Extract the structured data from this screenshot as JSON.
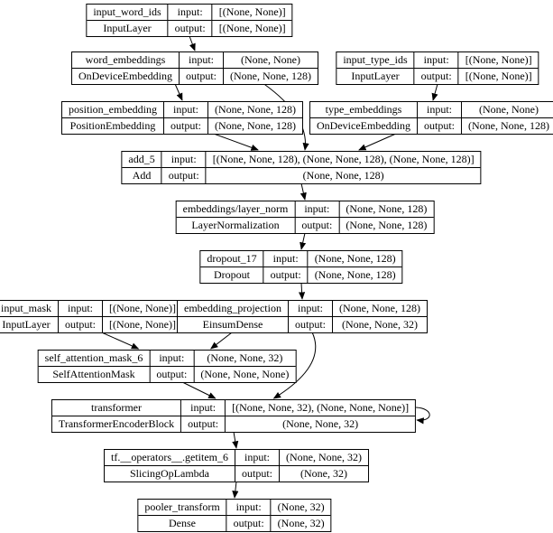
{
  "diagram": {
    "title": "keras-model-plot",
    "labels": {
      "input": "input:",
      "output": "output:"
    },
    "nodes": {
      "input_word_ids": {
        "name": "input_word_ids",
        "class_name": "InputLayer",
        "input_shape": "[(None, None)]",
        "output_shape": "[(None, None)]"
      },
      "word_embeddings": {
        "name": "word_embeddings",
        "class_name": "OnDeviceEmbedding",
        "input_shape": "(None, None)",
        "output_shape": "(None, None, 128)"
      },
      "input_type_ids": {
        "name": "input_type_ids",
        "class_name": "InputLayer",
        "input_shape": "[(None, None)]",
        "output_shape": "[(None, None)]"
      },
      "position_embedding": {
        "name": "position_embedding",
        "class_name": "PositionEmbedding",
        "input_shape": "(None, None, 128)",
        "output_shape": "(None, None, 128)"
      },
      "type_embeddings": {
        "name": "type_embeddings",
        "class_name": "OnDeviceEmbedding",
        "input_shape": "(None, None)",
        "output_shape": "(None, None, 128)"
      },
      "add_5": {
        "name": "add_5",
        "class_name": "Add",
        "input_shape": "[(None, None, 128), (None, None, 128), (None, None, 128)]",
        "output_shape": "(None, None, 128)"
      },
      "layer_norm": {
        "name": "embeddings/layer_norm",
        "class_name": "LayerNormalization",
        "input_shape": "(None, None, 128)",
        "output_shape": "(None, None, 128)"
      },
      "dropout_17": {
        "name": "dropout_17",
        "class_name": "Dropout",
        "input_shape": "(None, None, 128)",
        "output_shape": "(None, None, 128)"
      },
      "input_mask": {
        "name": "input_mask",
        "class_name": "InputLayer",
        "input_shape": "[(None, None)]",
        "output_shape": "[(None, None)]"
      },
      "embedding_projection": {
        "name": "embedding_projection",
        "class_name": "EinsumDense",
        "input_shape": "(None, None, 128)",
        "output_shape": "(None, None, 32)"
      },
      "self_attention_mask_6": {
        "name": "self_attention_mask_6",
        "class_name": "SelfAttentionMask",
        "input_shape": "(None, None, 32)",
        "output_shape": "(None, None, None)"
      },
      "transformer": {
        "name": "transformer",
        "class_name": "TransformerEncoderBlock",
        "input_shape": "[(None, None, 32), (None, None, None)]",
        "output_shape": "(None, None, 32)"
      },
      "getitem_6": {
        "name": "tf.__operators__.getitem_6",
        "class_name": "SlicingOpLambda",
        "input_shape": "(None, None, 32)",
        "output_shape": "(None, 32)"
      },
      "pooler_transform": {
        "name": "pooler_transform",
        "class_name": "Dense",
        "input_shape": "(None, 32)",
        "output_shape": "(None, 32)"
      }
    },
    "edges": [
      {
        "from": "input_word_ids",
        "to": "word_embeddings",
        "fx": 0.5,
        "tx": 0.5,
        "bend": 0
      },
      {
        "from": "word_embeddings",
        "to": "position_embedding",
        "fx": 0.42,
        "tx": 0.5,
        "bend": 0
      },
      {
        "from": "word_embeddings",
        "to": "add_5",
        "fx": 0.78,
        "tx": 0.51,
        "bend": 28
      },
      {
        "from": "input_type_ids",
        "to": "type_embeddings",
        "fx": 0.5,
        "tx": 0.5,
        "bend": 0
      },
      {
        "from": "position_embedding",
        "to": "add_5",
        "fx": 0.63,
        "tx": 0.38,
        "bend": 0
      },
      {
        "from": "type_embeddings",
        "to": "add_5",
        "fx": 0.35,
        "tx": 0.66,
        "bend": 0
      },
      {
        "from": "add_5",
        "to": "layer_norm",
        "fx": 0.5,
        "tx": 0.5,
        "bend": 0
      },
      {
        "from": "layer_norm",
        "to": "dropout_17",
        "fx": 0.5,
        "tx": 0.5,
        "bend": 0
      },
      {
        "from": "dropout_17",
        "to": "embedding_projection",
        "fx": 0.5,
        "tx": 0.5,
        "bend": 0
      },
      {
        "from": "input_mask",
        "to": "self_attention_mask_6",
        "fx": 0.57,
        "tx": 0.39,
        "bend": 0
      },
      {
        "from": "embedding_projection",
        "to": "self_attention_mask_6",
        "fx": 0.22,
        "tx": 0.67,
        "bend": 0
      },
      {
        "from": "embedding_projection",
        "to": "transformer",
        "fx": 0.54,
        "tx": 0.61,
        "bend": 38
      },
      {
        "from": "self_attention_mask_6",
        "to": "transformer",
        "fx": 0.56,
        "tx": 0.45,
        "bend": 0
      },
      {
        "from": "transformer",
        "to": "transformer",
        "loop": true
      },
      {
        "from": "transformer",
        "to": "getitem_6",
        "fx": 0.5,
        "tx": 0.5,
        "bend": 0
      },
      {
        "from": "getitem_6",
        "to": "pooler_transform",
        "fx": 0.5,
        "tx": 0.5,
        "bend": 0
      }
    ]
  },
  "colors": {
    "background": "#ffffff",
    "node_fill": "#ffffff",
    "node_border": "#000000",
    "edge": "#000000",
    "text": "#000000"
  }
}
